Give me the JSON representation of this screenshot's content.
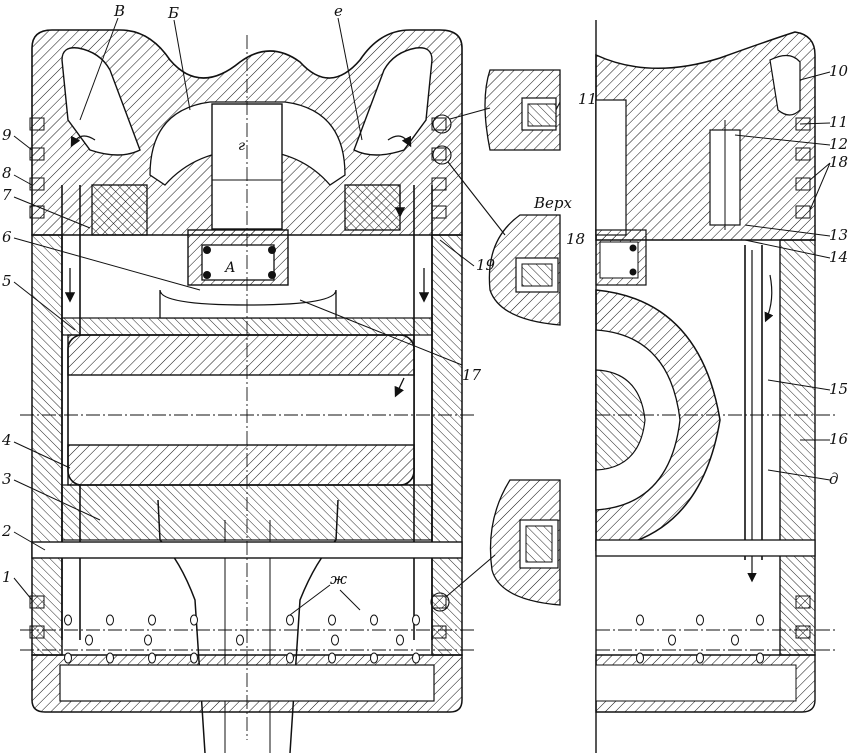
{
  "labels": {
    "left_numbers": [
      "9",
      "8",
      "7",
      "6",
      "5",
      "4",
      "3",
      "2",
      "1"
    ],
    "right_numbers": [
      "10",
      "11",
      "12",
      "18",
      "13",
      "14",
      "15",
      "16",
      "д"
    ],
    "letters": {
      "v": "В",
      "b": "Б",
      "e": "е",
      "g": "г",
      "a": "А",
      "zh": "ж"
    },
    "detail": {
      "n11": "11",
      "verh": "Верх",
      "n18": "18",
      "n19": "19",
      "n17": "17"
    }
  }
}
